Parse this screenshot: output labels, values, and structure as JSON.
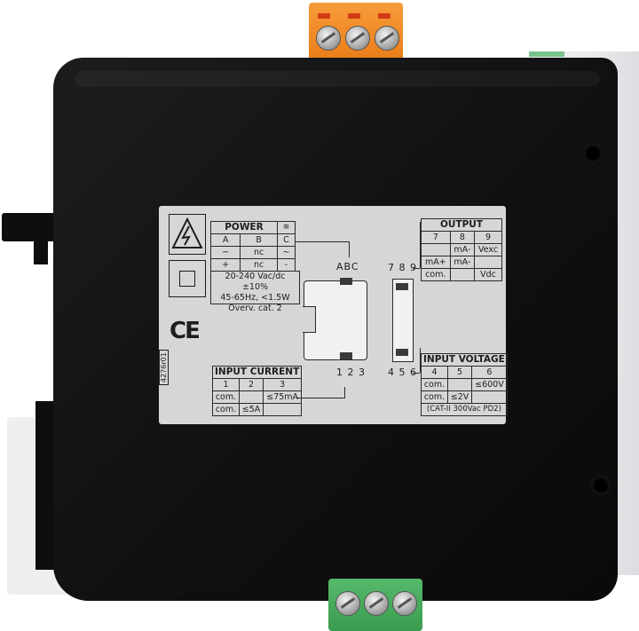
{
  "label": {
    "power": {
      "title": "POWER",
      "symbol": "≅",
      "columns": [
        "A",
        "B",
        "C"
      ],
      "rows": [
        [
          "~",
          "nc",
          "~"
        ],
        [
          "+",
          "nc",
          "-"
        ]
      ],
      "spec_line1": "20-240 Vac/dc ±10%",
      "spec_line2": "45-65Hz, <1.5W",
      "spec_line3": "Overv. cat. 2"
    },
    "terminals_abc": "ABC",
    "terminals_123": "1 2 3",
    "terminals_789": "7 8 9",
    "terminals_456": "4 5 6",
    "ce": "CE",
    "code": "4276r01",
    "input_current": {
      "title": "INPUT CURRENT",
      "columns": [
        "1",
        "2",
        "3"
      ],
      "row1": [
        "com.",
        "",
        "≤75mA"
      ],
      "row2": [
        "com.",
        "≤5A",
        ""
      ]
    },
    "output": {
      "title": "OUTPUT",
      "columns": [
        "7",
        "8",
        "9"
      ],
      "row1": [
        "",
        "mA-",
        "Vexc"
      ],
      "row2": [
        "mA+",
        "mA-",
        ""
      ],
      "row3": [
        "com.",
        "",
        "Vdc"
      ]
    },
    "input_voltage": {
      "title": "INPUT VOLTAGE",
      "columns": [
        "4",
        "5",
        "6"
      ],
      "row1": [
        "com.",
        "",
        "≤600V"
      ],
      "row2": [
        "com.",
        "≤2V",
        ""
      ],
      "note": "(CAT-II 300Vac PD2)"
    }
  },
  "colors": {
    "body": "#111113",
    "label": "#d6d6d8",
    "terminal_top": "#f08a26",
    "terminal_bottom": "#4caf62",
    "housing": "#eeeff1"
  }
}
